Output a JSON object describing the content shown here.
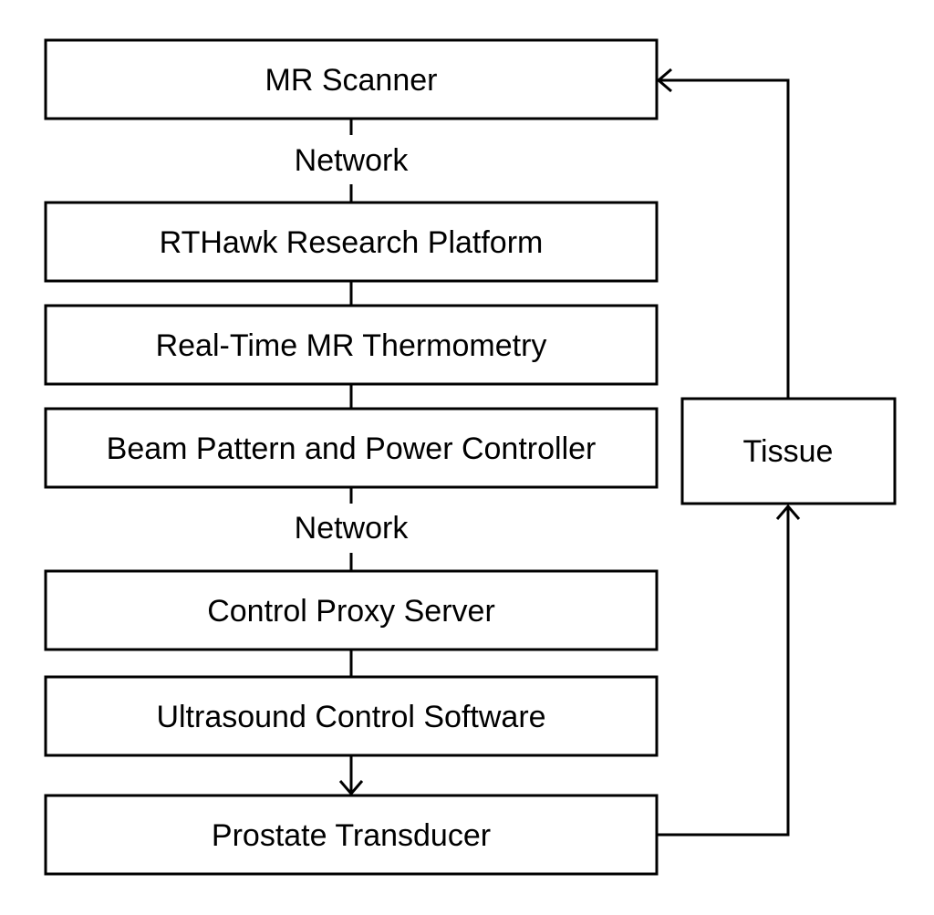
{
  "nodes": {
    "mr_scanner": "MR Scanner",
    "rthawk": "RTHawk Research Platform",
    "thermometry": "Real-Time MR Thermometry",
    "beam_controller": "Beam Pattern and Power Controller",
    "proxy_server": "Control Proxy Server",
    "ultrasound_software": "Ultrasound Control Software",
    "transducer": "Prostate Transducer",
    "tissue": "Tissue"
  },
  "connectors": {
    "network_top": "Network",
    "network_bottom": "Network"
  }
}
